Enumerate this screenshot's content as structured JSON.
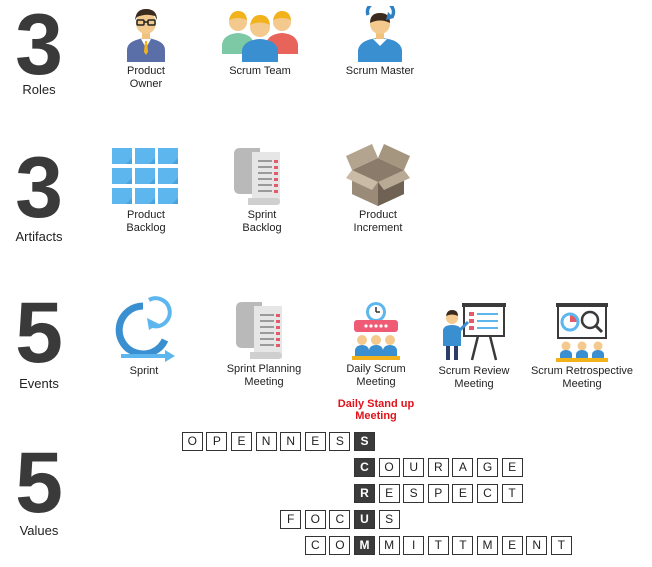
{
  "sections": [
    {
      "count": "3",
      "caption": "Roles"
    },
    {
      "count": "3",
      "caption": "Artifacts"
    },
    {
      "count": "5",
      "caption": "Events"
    },
    {
      "count": "5",
      "caption": "Values"
    }
  ],
  "roles": [
    {
      "label1": "Product",
      "label2": "Owner",
      "icon": "product-owner-icon"
    },
    {
      "label1": "Scrum Team",
      "label2": "",
      "icon": "scrum-team-icon"
    },
    {
      "label1": "Scrum Master",
      "label2": "",
      "icon": "scrum-master-icon"
    }
  ],
  "artifacts": [
    {
      "label1": "Product",
      "label2": "Backlog",
      "icon": "sticky-notes-icon"
    },
    {
      "label1": "Sprint",
      "label2": "Backlog",
      "icon": "scroll-list-icon"
    },
    {
      "label1": "Product",
      "label2": "Increment",
      "icon": "box-icon"
    }
  ],
  "events": [
    {
      "label1": "Sprint",
      "label2": "",
      "icon": "sprint-cycle-icon"
    },
    {
      "label1": "Sprint Planning",
      "label2": "Meeting",
      "icon": "scroll-list-icon"
    },
    {
      "label1": "Daily Scrum",
      "label2": "Meeting",
      "icon": "daily-meeting-icon"
    },
    {
      "label1": "Scrum Review",
      "label2": "Meeting",
      "icon": "presentation-icon"
    },
    {
      "label1": "Scrum Retrospective",
      "label2": "Meeting",
      "icon": "retrospective-icon"
    }
  ],
  "daily_note": {
    "line1": "Daily Stand up",
    "line2": "Meeting"
  },
  "values": [
    {
      "word": "OPENNESS",
      "highlight_index": 7
    },
    {
      "word": "COURAGE",
      "highlight_index": 0
    },
    {
      "word": "RESPECT",
      "highlight_index": 0
    },
    {
      "word": "FOCUS",
      "highlight_index": 3
    },
    {
      "word": "COMMITTMENT",
      "highlight_index": 2
    }
  ],
  "colors": {
    "number": "#3a3a3a",
    "highlight_cell": "#3b3b3b",
    "note_red": "#e3111a"
  }
}
